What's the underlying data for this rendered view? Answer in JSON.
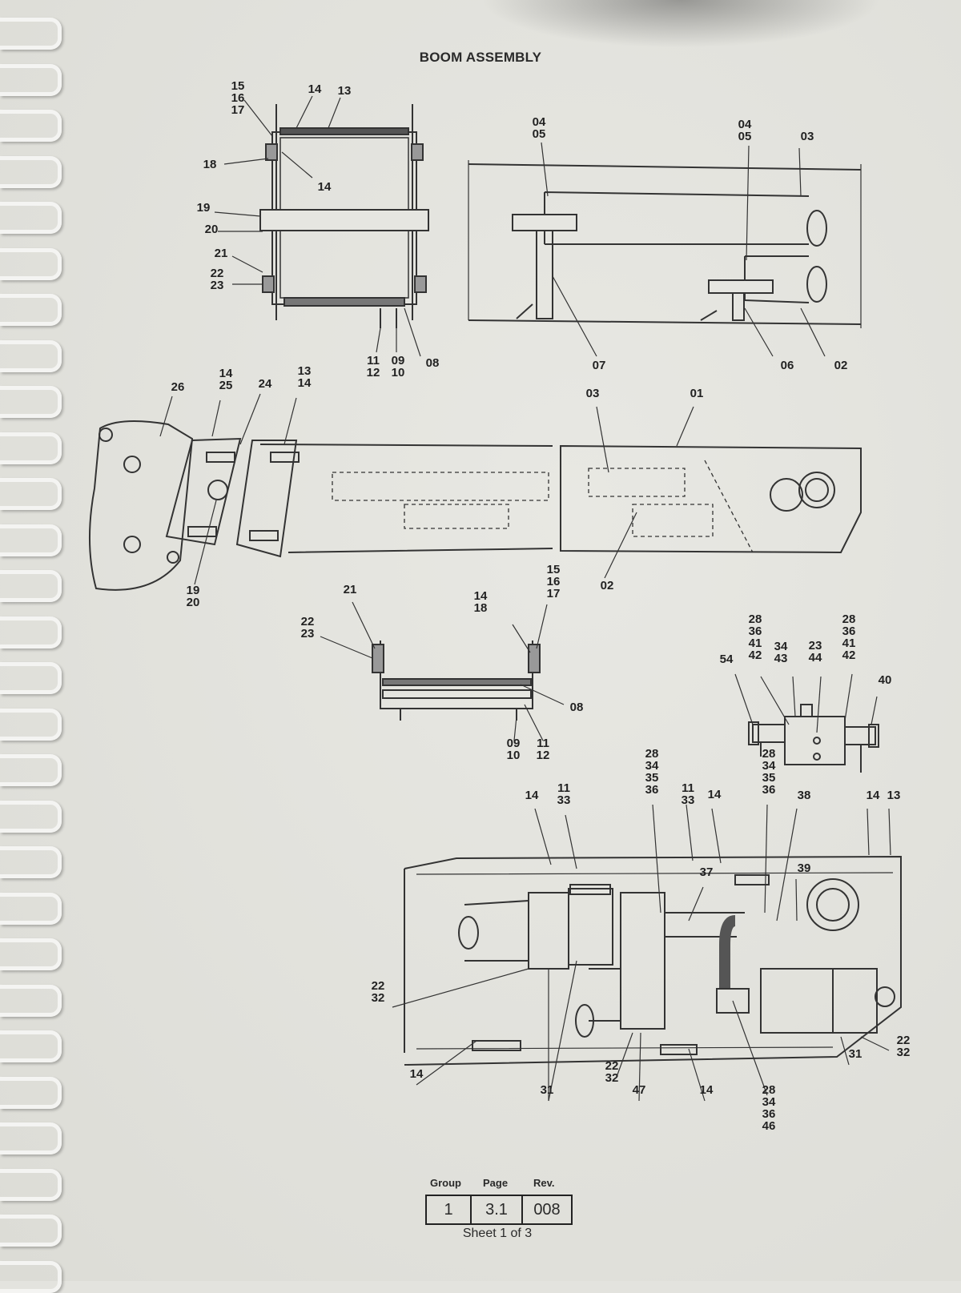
{
  "title": "BOOM ASSEMBLY",
  "callouts": [
    {
      "view": "end-section-upper",
      "text": "15\n16\n17"
    },
    {
      "view": "end-section-upper",
      "text": "14"
    },
    {
      "view": "end-section-upper",
      "text": "13"
    },
    {
      "view": "end-section-upper",
      "text": "18"
    },
    {
      "view": "end-section-upper",
      "text": "14"
    },
    {
      "view": "end-section-upper",
      "text": "19"
    },
    {
      "view": "end-section-upper",
      "text": "20"
    },
    {
      "view": "end-section-upper",
      "text": "21"
    },
    {
      "view": "end-section-upper",
      "text": "22\n23"
    },
    {
      "view": "end-section-upper",
      "text": "11\n12"
    },
    {
      "view": "end-section-upper",
      "text": "09\n10"
    },
    {
      "view": "end-section-upper",
      "text": "08"
    },
    {
      "view": "cylinder-detail",
      "text": "04\n05"
    },
    {
      "view": "cylinder-detail",
      "text": "04\n05"
    },
    {
      "view": "cylinder-detail",
      "text": "03"
    },
    {
      "view": "cylinder-detail",
      "text": "07"
    },
    {
      "view": "cylinder-detail",
      "text": "06"
    },
    {
      "view": "cylinder-detail",
      "text": "02"
    },
    {
      "view": "boom-side",
      "text": "26"
    },
    {
      "view": "boom-side",
      "text": "14\n25"
    },
    {
      "view": "boom-side",
      "text": "24"
    },
    {
      "view": "boom-side",
      "text": "13\n14"
    },
    {
      "view": "boom-side",
      "text": "03"
    },
    {
      "view": "boom-side",
      "text": "01"
    },
    {
      "view": "boom-side",
      "text": "19\n20"
    },
    {
      "view": "boom-side",
      "text": "02"
    },
    {
      "view": "end-section-lower",
      "text": "21"
    },
    {
      "view": "end-section-lower",
      "text": "22\n23"
    },
    {
      "view": "end-section-lower",
      "text": "14\n18"
    },
    {
      "view": "end-section-lower",
      "text": "15\n16\n17"
    },
    {
      "view": "end-section-lower",
      "text": "08"
    },
    {
      "view": "end-section-lower",
      "text": "09\n10"
    },
    {
      "view": "end-section-lower",
      "text": "11\n12"
    },
    {
      "view": "valve",
      "text": "28\n36\n41\n42"
    },
    {
      "view": "valve",
      "text": "34\n43"
    },
    {
      "view": "valve",
      "text": "23\n44"
    },
    {
      "view": "valve",
      "text": "28\n36\n41\n42"
    },
    {
      "view": "valve",
      "text": "54"
    },
    {
      "view": "valve",
      "text": "40"
    },
    {
      "view": "boom-head",
      "text": "14"
    },
    {
      "view": "boom-head",
      "text": "11\n33"
    },
    {
      "view": "boom-head",
      "text": "28\n34\n35\n36"
    },
    {
      "view": "boom-head",
      "text": "11\n33"
    },
    {
      "view": "boom-head",
      "text": "14"
    },
    {
      "view": "boom-head",
      "text": "28\n34\n35\n36"
    },
    {
      "view": "boom-head",
      "text": "38"
    },
    {
      "view": "boom-head",
      "text": "14"
    },
    {
      "view": "boom-head",
      "text": "13"
    },
    {
      "view": "boom-head",
      "text": "37"
    },
    {
      "view": "boom-head",
      "text": "39"
    },
    {
      "view": "boom-head",
      "text": "22\n32"
    },
    {
      "view": "boom-head",
      "text": "14"
    },
    {
      "view": "boom-head",
      "text": "31"
    },
    {
      "view": "boom-head",
      "text": "22\n32"
    },
    {
      "view": "boom-head",
      "text": "47"
    },
    {
      "view": "boom-head",
      "text": "14"
    },
    {
      "view": "boom-head",
      "text": "28\n34\n36\n46"
    },
    {
      "view": "boom-head",
      "text": "31"
    },
    {
      "view": "boom-head",
      "text": "22\n32"
    }
  ],
  "footer": {
    "group_label": "Group",
    "page_label": "Page",
    "rev_label": "Rev.",
    "group": "1",
    "page": "3.1",
    "rev": "008",
    "sheet": "Sheet 1 of 3"
  }
}
